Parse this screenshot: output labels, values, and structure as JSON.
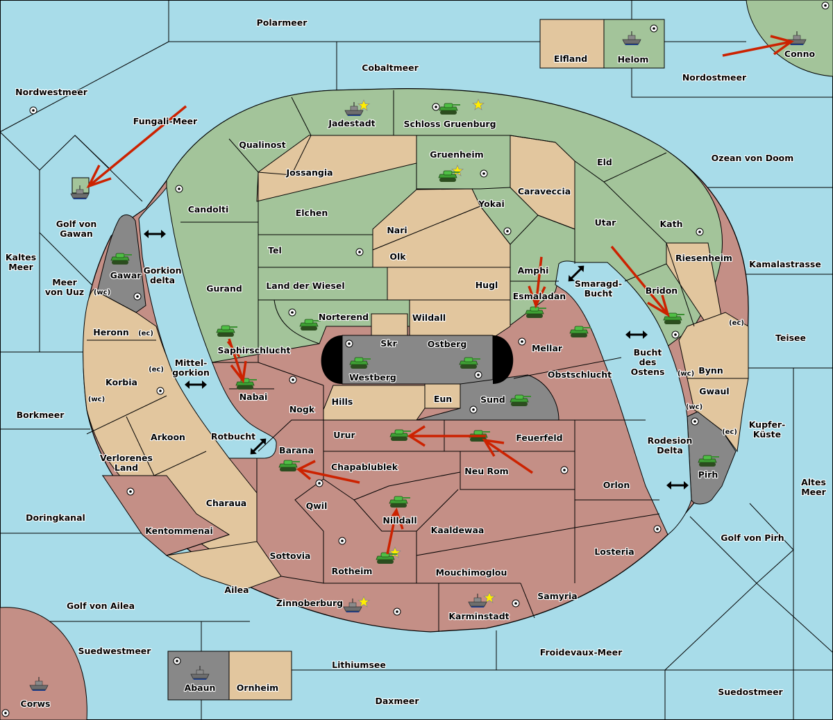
{
  "map_title": "Diplomacy-style strategy map (orders phase)",
  "colors": {
    "sea": "#a8dce9",
    "power_green": "#a3c49a",
    "power_red": "#c48f86",
    "neutral_tan": "#e2c69e",
    "impassable_gray": "#888888",
    "order_arrow": "#cc2200",
    "supply_center_star": "#ffee00"
  },
  "seas": [
    {
      "id": "polarmeer",
      "name": "Polarmeer"
    },
    {
      "id": "cobaltmeer",
      "name": "Cobaltmeer"
    },
    {
      "id": "nordwestmeer",
      "name": "Nordwestmeer"
    },
    {
      "id": "fungali",
      "name": "Fungali-Meer"
    },
    {
      "id": "nordostmeer",
      "name": "Nordostmeer"
    },
    {
      "id": "ozean",
      "name": "Ozean von Doom"
    },
    {
      "id": "golf_gawan",
      "name": "Golf von Gawan"
    },
    {
      "id": "kaltes",
      "name": "Kaltes Meer"
    },
    {
      "id": "uuz",
      "name": "Meer von Uuz"
    },
    {
      "id": "gorkion_delta",
      "name": "Gorkion delta"
    },
    {
      "id": "mittelgorkion",
      "name": "Mittel-gorkion"
    },
    {
      "id": "borkmeer",
      "name": "Borkmeer"
    },
    {
      "id": "rotbucht",
      "name": "Rotbucht"
    },
    {
      "id": "doringkanal",
      "name": "Doringkanal"
    },
    {
      "id": "golf_ailea",
      "name": "Golf von Ailea"
    },
    {
      "id": "suedwestmeer",
      "name": "Suedwestmeer"
    },
    {
      "id": "lithiumsee",
      "name": "Lithiumsee"
    },
    {
      "id": "daxmeer",
      "name": "Daxmeer"
    },
    {
      "id": "froidevaux",
      "name": "Froidevaux-Meer"
    },
    {
      "id": "suedostmeer",
      "name": "Suedostmeer"
    },
    {
      "id": "golf_pirh",
      "name": "Golf von Pirh"
    },
    {
      "id": "altes",
      "name": "Altes Meer"
    },
    {
      "id": "kupfer",
      "name": "Kupfer-Küste"
    },
    {
      "id": "teisee",
      "name": "Teisee"
    },
    {
      "id": "kamala",
      "name": "Kamalastrasse"
    },
    {
      "id": "smaragd",
      "name": "Smaragd-Bucht"
    },
    {
      "id": "bucht_ostens",
      "name": "Bucht des Ostens"
    },
    {
      "id": "rodesion",
      "name": "Rodesion Delta"
    }
  ],
  "provinces": [
    {
      "id": "jadestadt",
      "name": "Jadestadt",
      "owner": "green",
      "sc": true,
      "home": true,
      "unit": "fleet"
    },
    {
      "id": "schloss",
      "name": "Schloss Gruenburg",
      "owner": "green",
      "sc": true,
      "home": true,
      "unit": "army"
    },
    {
      "id": "gruenheim",
      "name": "Gruenheim",
      "owner": "green",
      "sc": true,
      "home": true,
      "unit": "army"
    },
    {
      "id": "qualinost",
      "name": "Qualinost",
      "owner": "green"
    },
    {
      "id": "candolti",
      "name": "Candolti",
      "owner": "green",
      "sc": true
    },
    {
      "id": "gurand",
      "name": "Gurand",
      "owner": "green"
    },
    {
      "id": "jossangia",
      "name": "Jossangia",
      "owner": "neutral"
    },
    {
      "id": "elchen",
      "name": "Elchen",
      "owner": "green"
    },
    {
      "id": "tel",
      "name": "Tel",
      "owner": "green",
      "sc": true
    },
    {
      "id": "land_wiesel",
      "name": "Land der Wiesel",
      "owner": "green"
    },
    {
      "id": "norterend",
      "name": "Norterend",
      "owner": "green",
      "sc": true,
      "unit": "army"
    },
    {
      "id": "saphir",
      "name": "Saphirschlucht",
      "owner": "green",
      "unit": "army"
    },
    {
      "id": "nari",
      "name": "Nari",
      "owner": "neutral"
    },
    {
      "id": "olk",
      "name": "Olk",
      "owner": "neutral"
    },
    {
      "id": "hugl",
      "name": "Hugl",
      "owner": "neutral"
    },
    {
      "id": "wildall",
      "name": "Wildall",
      "owner": "neutral"
    },
    {
      "id": "yokai",
      "name": "Yokai",
      "owner": "green",
      "sc": true
    },
    {
      "id": "caraveccia",
      "name": "Caraveccia",
      "owner": "neutral"
    },
    {
      "id": "eld",
      "name": "Eld",
      "owner": "green"
    },
    {
      "id": "utar",
      "name": "Utar",
      "owner": "green"
    },
    {
      "id": "kath",
      "name": "Kath",
      "owner": "green",
      "sc": true
    },
    {
      "id": "amphi",
      "name": "Amphi",
      "owner": "green"
    },
    {
      "id": "esmaladan",
      "name": "Esmaladan",
      "owner": "green",
      "unit": "army"
    },
    {
      "id": "riesenheim",
      "name": "Riesenheim",
      "owner": "neutral"
    },
    {
      "id": "bridon",
      "name": "Bridon",
      "owner": "green",
      "sc": true,
      "unit": "army"
    },
    {
      "id": "bynn",
      "name": "Bynn",
      "owner": "neutral"
    },
    {
      "id": "gwaul",
      "name": "Gwaul",
      "owner": "neutral"
    },
    {
      "id": "pirh",
      "name": "Pirh",
      "owner": "gray",
      "sc": true,
      "unit": "army"
    },
    {
      "id": "skr",
      "name": "Skr",
      "owner": "neutral"
    },
    {
      "id": "westberg",
      "name": "Westberg",
      "owner": "gray",
      "sc": true,
      "unit": "army"
    },
    {
      "id": "ostberg",
      "name": "Ostberg",
      "owner": "gray",
      "sc": true,
      "unit": "army"
    },
    {
      "id": "eun",
      "name": "Eun",
      "owner": "neutral"
    },
    {
      "id": "sund",
      "name": "Sund",
      "owner": "gray",
      "sc": true,
      "unit": "army"
    },
    {
      "id": "hills",
      "name": "Hills",
      "owner": "neutral"
    },
    {
      "id": "mellar",
      "name": "Mellar",
      "owner": "red",
      "sc": true,
      "unit": "army"
    },
    {
      "id": "obstschlucht",
      "name": "Obstschlucht",
      "owner": "red"
    },
    {
      "id": "nabai",
      "name": "Nabai",
      "owner": "red",
      "sc": true,
      "unit": "army"
    },
    {
      "id": "nogk",
      "name": "Nogk",
      "owner": "red"
    },
    {
      "id": "barana",
      "name": "Barana",
      "owner": "red",
      "unit": "army"
    },
    {
      "id": "urur",
      "name": "Urur",
      "owner": "red",
      "unit": "army"
    },
    {
      "id": "feuerfeld",
      "name": "Feuerfeld",
      "owner": "red",
      "unit": "army"
    },
    {
      "id": "chapablublek",
      "name": "Chapablublek",
      "owner": "red",
      "sc": true
    },
    {
      "id": "neu_rom",
      "name": "Neu Rom",
      "owner": "red",
      "sc": true
    },
    {
      "id": "qwil",
      "name": "Qwil",
      "owner": "red"
    },
    {
      "id": "nilldall",
      "name": "Nilldall",
      "owner": "red",
      "unit": "army"
    },
    {
      "id": "kaaldewaa",
      "name": "Kaaldewaa",
      "owner": "red"
    },
    {
      "id": "orlon",
      "name": "Orlon",
      "owner": "red",
      "sc": true
    },
    {
      "id": "losteria",
      "name": "Losteria",
      "owner": "red",
      "sc": true
    },
    {
      "id": "sottovia",
      "name": "Sottovia",
      "owner": "red"
    },
    {
      "id": "rotheim",
      "name": "Rotheim",
      "owner": "red",
      "sc": true,
      "home": true,
      "unit": "army"
    },
    {
      "id": "mouchimoglou",
      "name": "Mouchimoglou",
      "owner": "red"
    },
    {
      "id": "samyria",
      "name": "Samyria",
      "owner": "red"
    },
    {
      "id": "zinnoberburg",
      "name": "Zinnoberburg",
      "owner": "red",
      "sc": true,
      "home": true,
      "unit": "fleet"
    },
    {
      "id": "karminstadt",
      "name": "Karminstadt",
      "owner": "red",
      "sc": true,
      "home": true,
      "unit": "fleet"
    },
    {
      "id": "kentommenai",
      "name": "Kentommenai",
      "owner": "red",
      "sc": true
    },
    {
      "id": "gawar",
      "name": "Gawar",
      "owner": "gray",
      "sc": true,
      "unit": "army"
    },
    {
      "id": "heronn",
      "name": "Heronn",
      "owner": "neutral"
    },
    {
      "id": "korbia",
      "name": "Korbia",
      "owner": "neutral"
    },
    {
      "id": "arkoon",
      "name": "Arkoon",
      "owner": "neutral",
      "sc": true
    },
    {
      "id": "verlorenes",
      "name": "Verlorenes Land",
      "owner": "neutral"
    },
    {
      "id": "charaua",
      "name": "Charaua",
      "owner": "neutral"
    },
    {
      "id": "ailea",
      "name": "Ailea",
      "owner": "neutral"
    },
    {
      "id": "elfland",
      "name": "Elfland",
      "owner": "neutral"
    },
    {
      "id": "helom",
      "name": "Helom",
      "owner": "green",
      "sc": true,
      "unit": "fleet"
    },
    {
      "id": "conno",
      "name": "Conno",
      "owner": "green",
      "sc": true,
      "unit": "fleet"
    },
    {
      "id": "abaun",
      "name": "Abaun",
      "owner": "gray",
      "sc": true,
      "unit": "fleet"
    },
    {
      "id": "ornheim",
      "name": "Ornheim",
      "owner": "neutral"
    },
    {
      "id": "corws",
      "name": "Corws",
      "owner": "red",
      "sc": true,
      "unit": "fleet"
    }
  ],
  "coast_tags": {
    "wc": "(wc)",
    "ec": "(ec)"
  },
  "orders": [
    {
      "type": "move",
      "from": "Fungali-Meer",
      "to": "Golf von Gawan (island)"
    },
    {
      "type": "move",
      "from": "Nordostmeer",
      "to": "Conno"
    },
    {
      "type": "move",
      "from": "Amphi",
      "to": "Esmaladan"
    },
    {
      "type": "move",
      "from": "Utar",
      "to": "Bridon"
    },
    {
      "type": "move",
      "from": "Saphirschlucht",
      "to": "Nabai",
      "note": "dislodged"
    },
    {
      "type": "move",
      "from": "Feuerfeld",
      "to": "Urur"
    },
    {
      "type": "move",
      "from": "Neu Rom",
      "to": "Feuerfeld"
    },
    {
      "type": "move",
      "from": "Chapablublek",
      "to": "Barana"
    },
    {
      "type": "move",
      "from": "Rotheim",
      "to": "Nilldall"
    }
  ]
}
